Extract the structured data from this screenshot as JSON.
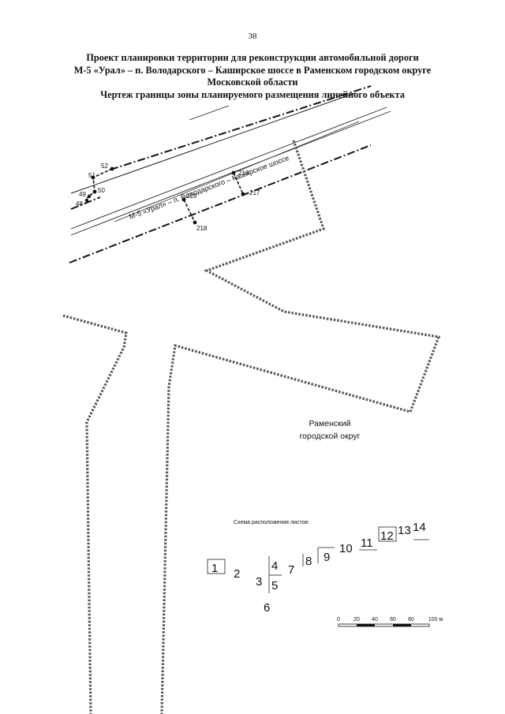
{
  "page": {
    "number": "38"
  },
  "title_lines": [
    "Проект планировки территории для реконструкции автомобильной дороги",
    "М-5 «Урал» – п. Володарского – Каширское шоссе в Раменском городском округе",
    "Московской области",
    "Чертеж границы зоны планируемого размещения линейного объекта"
  ],
  "map": {
    "road_label": "М-5 «Урал» – п. Володарского – Каширское шоссе",
    "district_label_lines": [
      "Раменский",
      "городской округ"
    ],
    "points": [
      "52",
      "51",
      "50",
      "49",
      "48",
      "216",
      "217",
      "219",
      "218"
    ],
    "sheet_scheme": {
      "title": "Схема расположения листов:",
      "sheets": [
        "1",
        "2",
        "3",
        "4",
        "5",
        "6",
        "7",
        "8",
        "9",
        "10",
        "11",
        "12",
        "13",
        "14"
      ]
    },
    "scale_bar": {
      "ticks": [
        "0",
        "20",
        "40",
        "60",
        "80",
        "100 м"
      ]
    }
  }
}
